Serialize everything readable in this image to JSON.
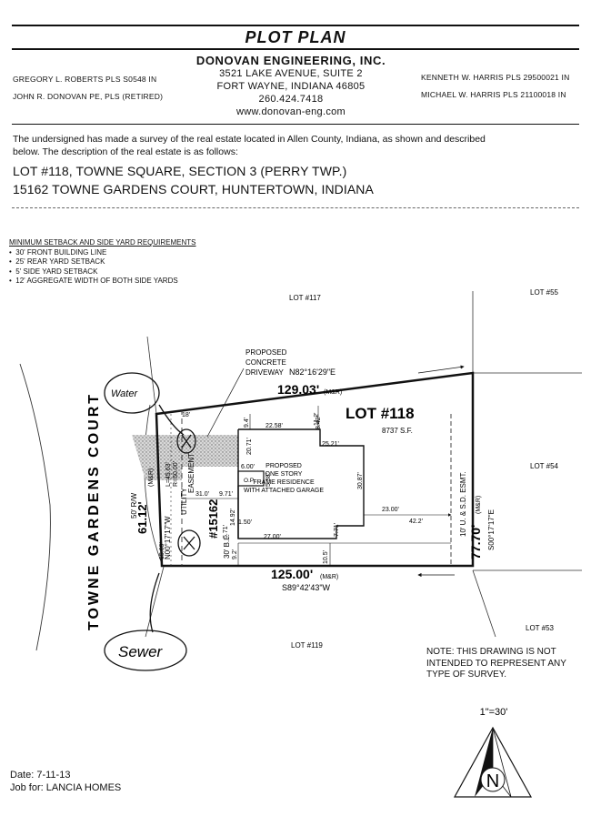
{
  "header": {
    "title": "PLOT PLAN",
    "firm_name": "DONOVAN ENGINEERING, INC.",
    "address1": "3521 LAKE AVENUE, SUITE 2",
    "address2": "FORT WAYNE, INDIANA 46805",
    "phone": "260.424.7418",
    "website": "www.donovan-eng.com",
    "left_names": [
      "GREGORY L. ROBERTS PLS S0548 IN",
      "JOHN R. DONOVAN PE, PLS (RETIRED)"
    ],
    "right_names": [
      "KENNETH W. HARRIS PLS 29500021 IN",
      "MICHAEL W. HARRIS PLS 21100018 IN"
    ]
  },
  "intro": {
    "text1": "The undersigned has made a survey of the real estate located in Allen County, Indiana, as shown and described",
    "text2": "below.  The description of the real estate is as follows:",
    "lot_line": "LOT #118, TOWNE SQUARE, SECTION 3 (PERRY TWP.)",
    "address_line": "15162 TOWNE GARDENS COURT, HUNTERTOWN, INDIANA"
  },
  "requirements": {
    "heading": "MINIMUM SETBACK AND SIDE YARD REQUIREMENTS",
    "items": [
      "30' FRONT BUILDING LINE",
      "25' REAR YARD SETBACK",
      "5' SIDE YARD SETBACK",
      "12' AGGREGATE WIDTH OF BOTH SIDE YARDS"
    ]
  },
  "plan": {
    "street": "TOWNE GARDENS COURT",
    "row": "50' R/W",
    "lot_label": "LOT #118",
    "area": "8737 S.F.",
    "house_number": "#15162",
    "adjacent": {
      "lot117": "LOT #117",
      "lot55": "LOT #55",
      "lot54": "LOT #54",
      "lot53": "LOT #53",
      "lot119": "LOT #119"
    },
    "driveway_label": [
      "PROPOSED",
      "CONCRETE",
      "DRIVEWAY"
    ],
    "residence_label": [
      "PROPOSED",
      "ONE STORY",
      "FRAME RESIDENCE",
      "WITH ATTACHED GARAGE"
    ],
    "top_bearing": "N82°16'29\"E",
    "top_dist": "129.03'",
    "right_dist": "77.70'",
    "right_bearing": "S00°17'17\"E",
    "bottom_dist": "125.00'",
    "bottom_bearing": "S89°42'43\"W",
    "left_dist": "61.12'",
    "left_bearing": "N00°17'17\"W",
    "mr": "(M&R)",
    "left_mr": "(M&R)",
    "easement": "10' U. & S.D. ESMT.",
    "utility": "UTILITY",
    "easement_word": "EASEMENT",
    "setback_bl": "30' B.L.",
    "op": "O.P.",
    "arc": [
      "L=45.63'",
      "R=50.00'"
    ],
    "dims": {
      "d18": "18'",
      "d9_4": "9.4'",
      "d11_2": "11.2'",
      "d22_58": "22.58'",
      "d8_42": "8.42'",
      "d25_21": "25.21'",
      "d20_71": "20.71'",
      "d30_87": "30.87'",
      "d31_0": "31.0'",
      "d6_00": "6.00'",
      "d9_71": "9.71'",
      "d5_38": "5.38'",
      "d14_92": "14.92'",
      "d5_71": "5.71'",
      "d1_50": "1.50'",
      "d23_00": "23.00'",
      "d42_2": "42.2'",
      "d27_00": "27.00'",
      "d7_71": "7.71'",
      "d10_5": "10.5'",
      "d9_2": "9.2'",
      "d15_69": "15.69'"
    },
    "handwritten": {
      "water": "Water",
      "sewer": "Sewer"
    }
  },
  "note": {
    "lines": [
      "NOTE:  THIS DRAWING IS NOT",
      "INTENDED TO REPRESENT ANY",
      "TYPE OF SURVEY."
    ]
  },
  "scale": "1\"=30'",
  "north": "N",
  "footer": {
    "date": "Date:  7-11-13",
    "job": "Job for:  LANCIA HOMES"
  }
}
